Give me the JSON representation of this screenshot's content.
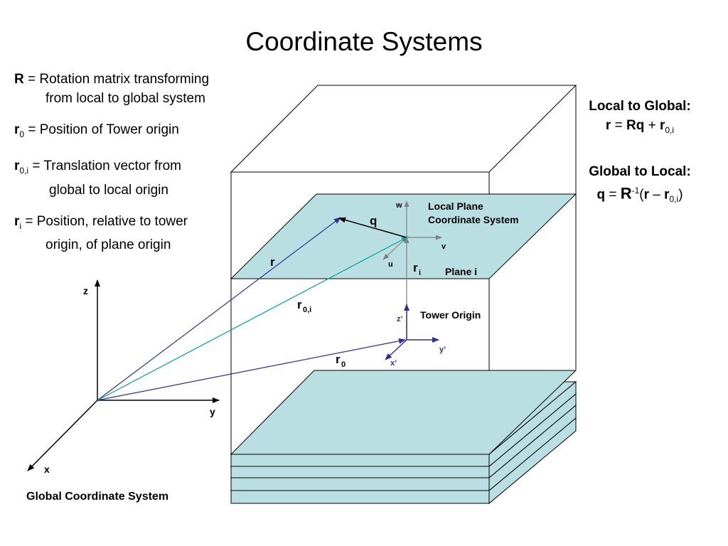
{
  "title": "Coordinate Systems",
  "definitions": [
    {
      "sym": "R",
      "sub": "",
      "line1": " = Rotation matrix transforming",
      "line2": "from local to global system"
    },
    {
      "sym": "r",
      "sub": "0",
      "line1": "  = Position of Tower origin",
      "line2": ""
    },
    {
      "sym": "r",
      "sub": "0,i",
      "line1": " = Translation vector from",
      "line2": "global to local origin"
    },
    {
      "sym": "r",
      "sub": "i",
      "line1": "  = Position, relative to tower",
      "line2": "origin, of plane origin"
    }
  ],
  "equations": {
    "l2g_title": "Local to Global:",
    "g2l_title": "Global to Local:",
    "l2g": {
      "r": "r",
      "eq": " = ",
      "Rq": "Rq",
      "plus": " + ",
      "r2": "r",
      "sub": "0,i"
    },
    "g2l": {
      "q": "q",
      "eq": " = ",
      "R": "R",
      "sup": "-1",
      "open": "(",
      "r": "r",
      "minus": " – ",
      "r2": "r",
      "sub": "0,i",
      "close": ")"
    }
  },
  "diagram": {
    "global_label": "Global Coordinate System",
    "axes": {
      "z": "z",
      "y": "y",
      "x": "x"
    },
    "local_plane_label_1": "Local Plane",
    "local_plane_label_2": "Coordinate System",
    "plane_label": "Plane i",
    "tower_origin_label": "Tower Origin",
    "local_axes": {
      "w": "w",
      "v": "v",
      "u": "u"
    },
    "tower_axes": {
      "z": "z’",
      "y": "y’",
      "x": "x’"
    },
    "vec_r": "r",
    "vec_q": "q",
    "vec_ri": "r",
    "vec_ri_sub": "i",
    "vec_r0i": "r",
    "vec_r0i_sub": "0,i",
    "vec_r0": "r",
    "vec_r0_sub": "0"
  },
  "colors": {
    "plane_fill": "#b9dfe3",
    "vector_navy": "#2e3192",
    "vector_teal": "#00a0a0",
    "gray_axis": "#808080"
  }
}
